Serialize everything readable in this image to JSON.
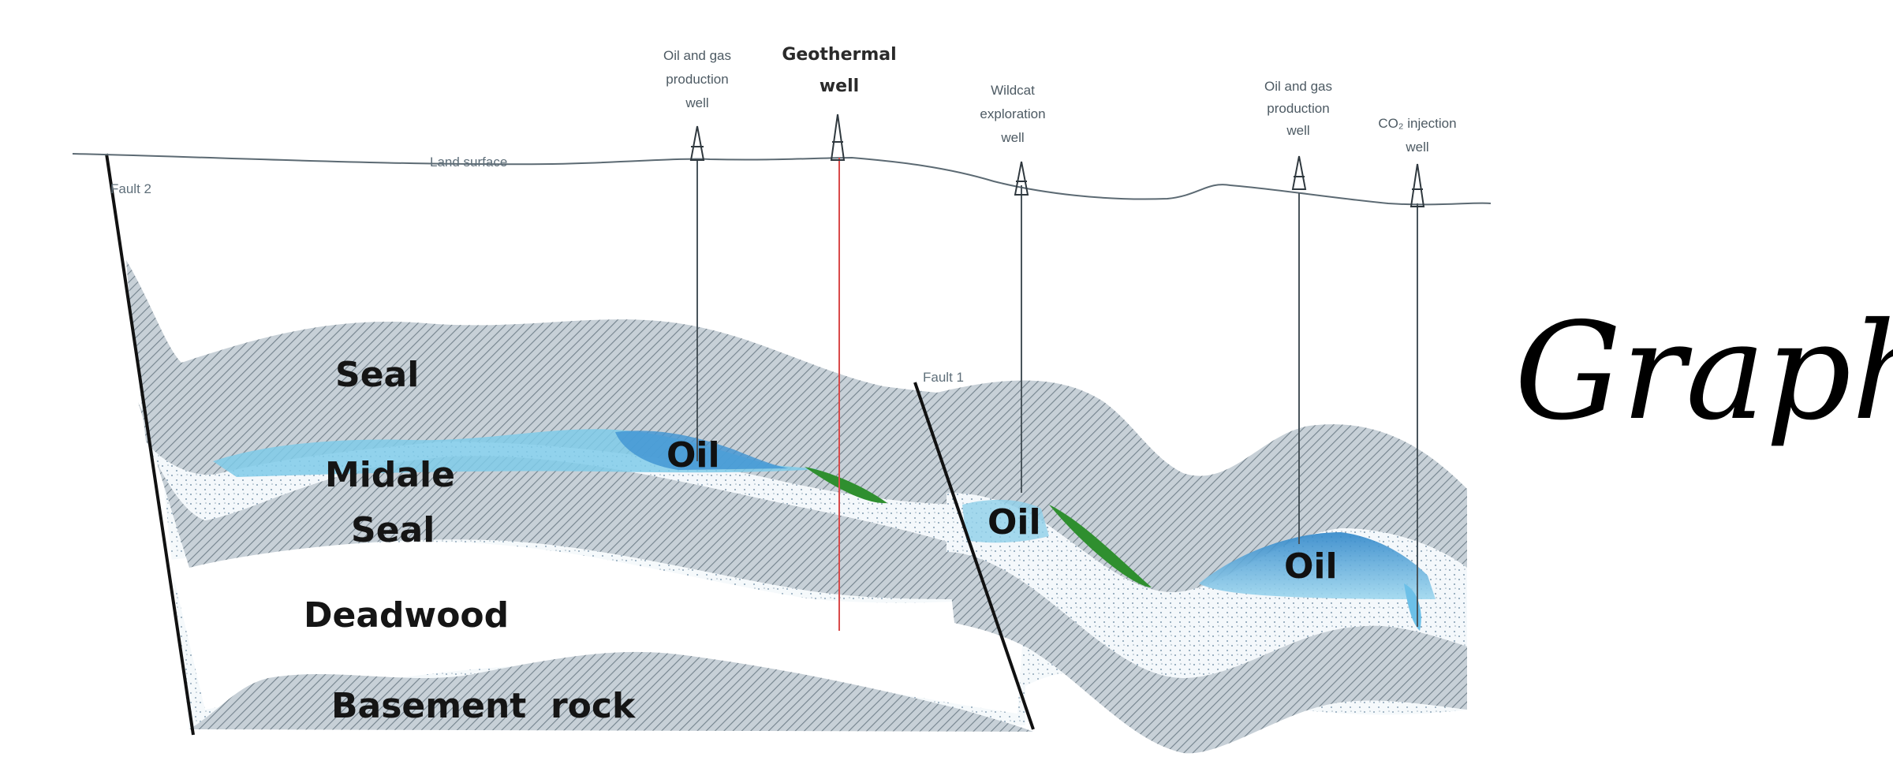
{
  "surface": {
    "land_surface": "Land surface"
  },
  "faults": {
    "fault_2": "Fault 2",
    "fault_1": "Fault 1"
  },
  "wells": {
    "oil_gas_1": [
      "Oil and gas",
      "production",
      "well"
    ],
    "geothermal": [
      "Geothermal",
      "well"
    ],
    "wildcat": [
      "Wildcat",
      "exploration",
      "well"
    ],
    "oil_gas_2": [
      "Oil and gas",
      "production",
      "well"
    ],
    "co2": [
      "CO₂ injection",
      "well"
    ]
  },
  "layers": {
    "seal_top": "Seal",
    "midale": "Midale",
    "seal_mid": "Seal",
    "deadwood": "Deadwood",
    "basement": "Basement  rock"
  },
  "oil": {
    "oil_1": "Oil",
    "oil_2": "Oil",
    "oil_3": "Oil"
  },
  "annotation": {
    "handwritten": "Graph"
  },
  "colors": {
    "rock_fill": "#c9d2d9",
    "hatch": "#6f7f8a",
    "oil_blue": "#6cc0e8",
    "oil_deep": "#3c8fd0",
    "green": "#2f8f2f",
    "geothermal_line": "#d94a4a"
  }
}
